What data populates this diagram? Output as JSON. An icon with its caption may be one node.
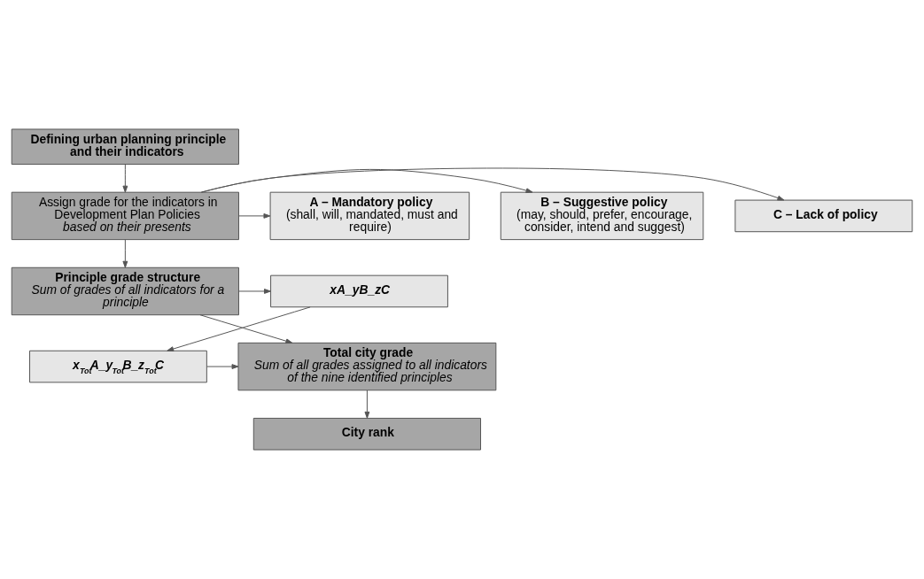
{
  "diagram": {
    "nodes": [
      {
        "text": [
          "Defining urban planning principle and their indicators"
        ]
      },
      {
        "text": [
          "Assign grade for the indicators in Development Plan Policies",
          "based on their presents"
        ]
      },
      {
        "text": [
          "C – Lack of policy"
        ]
      },
      {
        "text": [
          "B – Suggestive policy",
          "(may, should, prefer, encourage, consider, intend and suggest)"
        ]
      },
      {
        "text": [
          "A – Mandatory policy",
          "(shall, will, mandated, must and require)"
        ]
      },
      {
        "text": [
          "Principle grade structure",
          "Sum of grades of all indicators for a principle"
        ]
      },
      {
        "text": [
          "xA_yB_zC"
        ]
      },
      {
        "text": [
          "x$_{Tot}$A_y$_{Tot}$B_z$_{Tot}$C"
        ]
      },
      {
        "text": [
          "Total city grade",
          "Sum of all grades assigned to all indicators of the nine identified principles"
        ]
      },
      {
        "text": [
          "City rank"
        ]
      }
    ],
    "edges": [
      {
        "from": 0,
        "to": 1,
        "arrow": "to"
      },
      {
        "from": 1,
        "to": 2,
        "arrow": "to"
      },
      {
        "from": 1,
        "to": 3,
        "arrow": "to"
      },
      {
        "from": 1,
        "to": 4,
        "arrow": "to"
      },
      {
        "from": 1,
        "to": 5,
        "arrow": "to"
      },
      {
        "from": 5,
        "to": 6,
        "arrow": "to"
      },
      {
        "from": 6,
        "to": 7,
        "arrow": "to"
      },
      {
        "from": 7,
        "to": 8,
        "arrow": "to"
      },
      {
        "from": 5,
        "to": 8,
        "arrow": "to"
      },
      {
        "from": 8,
        "to": 9,
        "arrow": "to"
      }
    ]
  }
}
